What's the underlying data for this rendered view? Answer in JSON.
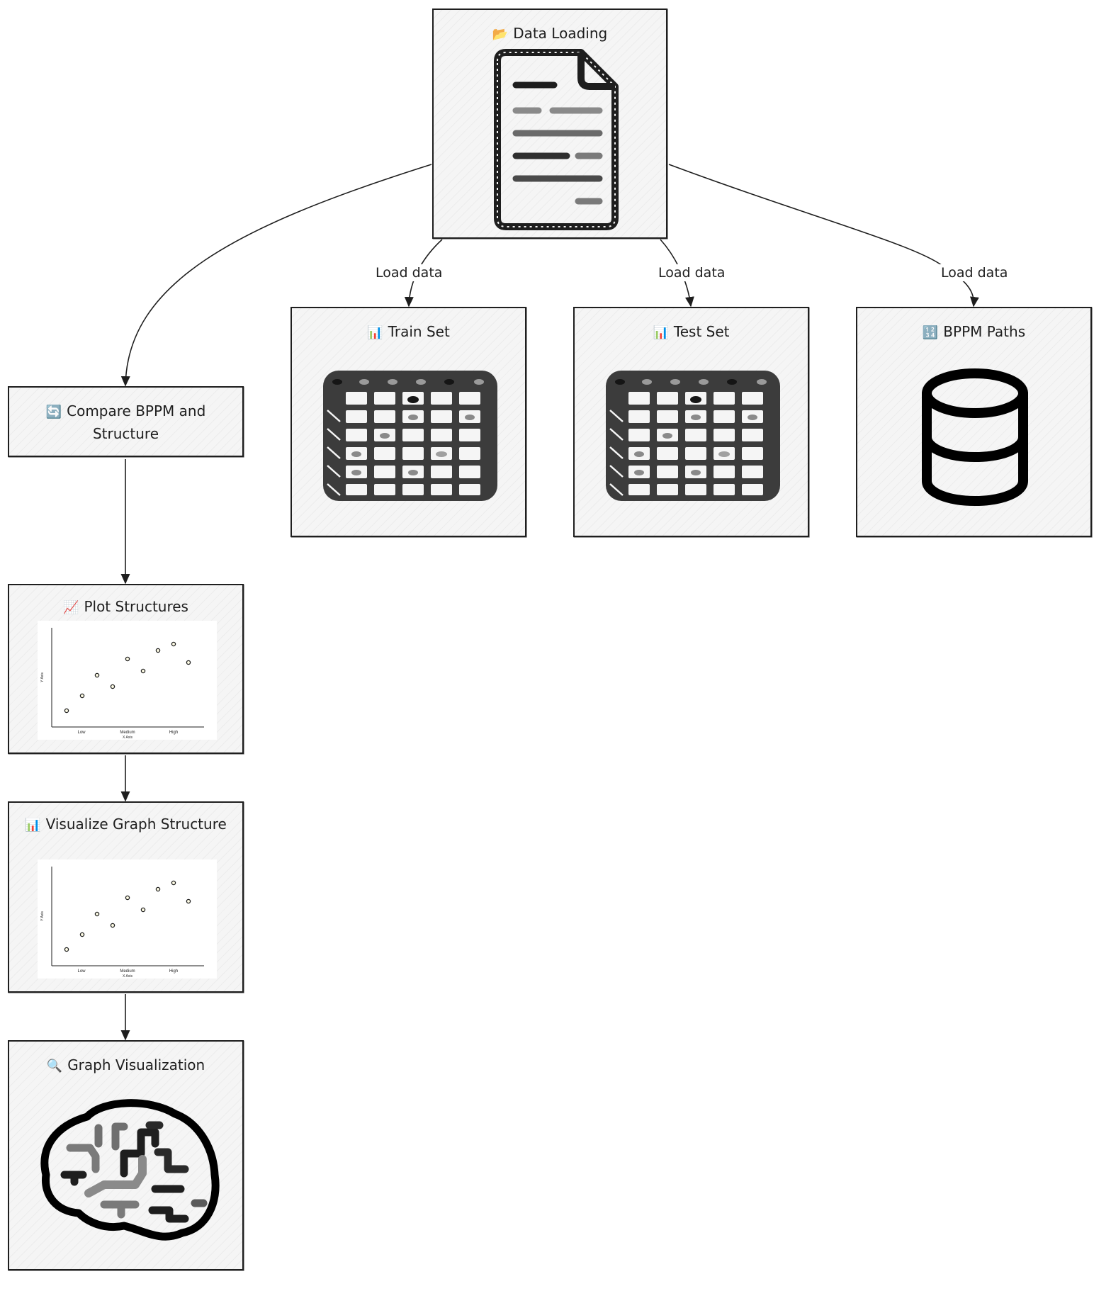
{
  "nodes": {
    "data_loading": {
      "emoji": "📂",
      "title": "Data Loading",
      "icon": "document-icon"
    },
    "train_set": {
      "emoji": "📊",
      "title": "Train Set",
      "icon": "table-icon"
    },
    "test_set": {
      "emoji": "📊",
      "title": "Test Set",
      "icon": "table-icon"
    },
    "bppm_paths": {
      "emoji": "🔢",
      "title": "BPPM Paths",
      "icon": "database-icon"
    },
    "compare": {
      "emoji": "🔄",
      "title": "Compare BPPM and Structure"
    },
    "plot_structures": {
      "emoji": "📈",
      "title": "Plot Structures",
      "icon": "scatter-chart-icon"
    },
    "visualize_graph": {
      "emoji": "📊",
      "title": "Visualize Graph Structure",
      "icon": "scatter-chart-icon"
    },
    "graph_visualization": {
      "emoji": "🔍",
      "title": "Graph Visualization",
      "icon": "brain-icon"
    }
  },
  "edges": [
    {
      "from": "data_loading",
      "to": "train_set",
      "label": "Load data"
    },
    {
      "from": "data_loading",
      "to": "test_set",
      "label": "Load data"
    },
    {
      "from": "data_loading",
      "to": "bppm_paths",
      "label": "Load data"
    },
    {
      "from": "data_loading",
      "to": "compare",
      "label": ""
    },
    {
      "from": "compare",
      "to": "plot_structures",
      "label": ""
    },
    {
      "from": "plot_structures",
      "to": "visualize_graph",
      "label": ""
    },
    {
      "from": "visualize_graph",
      "to": "graph_visualization",
      "label": ""
    }
  ],
  "mini_chart": {
    "x_ticks": [
      "Low",
      "Medium",
      "High"
    ],
    "x_axis_label": "X Axis",
    "y_axis_label": "Y Axis"
  },
  "colors": {
    "stroke": "#1e1e1e",
    "node_fill": "#f5f5f5",
    "background": "#ffffff"
  }
}
